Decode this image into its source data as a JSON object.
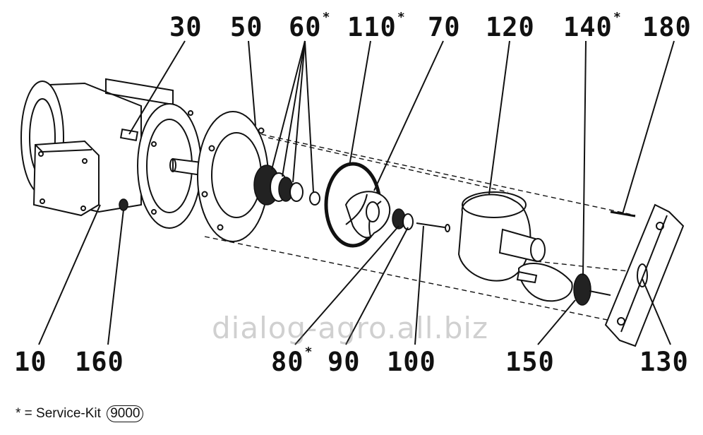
{
  "diagram": {
    "labels_top": [
      {
        "id": "30",
        "text": "30",
        "star": ""
      },
      {
        "id": "50",
        "text": "50",
        "star": ""
      },
      {
        "id": "60",
        "text": "60",
        "star": "*"
      },
      {
        "id": "110",
        "text": "110",
        "star": "*"
      },
      {
        "id": "70",
        "text": "70",
        "star": ""
      },
      {
        "id": "120",
        "text": "120",
        "star": ""
      },
      {
        "id": "140",
        "text": "140",
        "star": "*"
      },
      {
        "id": "180",
        "text": "180",
        "star": ""
      }
    ],
    "labels_bottom": [
      {
        "id": "10",
        "text": "10",
        "star": ""
      },
      {
        "id": "160",
        "text": "160",
        "star": ""
      },
      {
        "id": "80",
        "text": "80",
        "star": "*"
      },
      {
        "id": "90",
        "text": "90",
        "star": ""
      },
      {
        "id": "100",
        "text": "100",
        "star": ""
      },
      {
        "id": "150",
        "text": "150",
        "star": ""
      },
      {
        "id": "130",
        "text": "130",
        "star": ""
      }
    ],
    "legend": {
      "prefix": "* = Service-Kit",
      "kit_number": "9000"
    },
    "watermark": "dialog-agro.all.biz"
  }
}
